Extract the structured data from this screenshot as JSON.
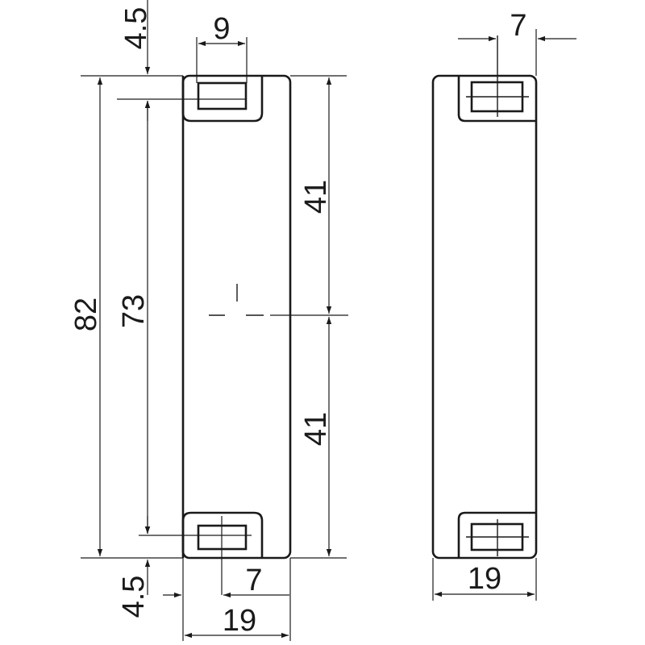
{
  "drawing": {
    "dimensions": {
      "overall_length": "82",
      "hole_spacing": "73",
      "upper_half": "41",
      "lower_half": "41",
      "top_offset": "4.5",
      "bottom_offset": "4.5",
      "slot_width": "9",
      "slot_offset_front": "7",
      "slot_offset_side": "7",
      "width_front": "19",
      "width_side": "19"
    }
  }
}
